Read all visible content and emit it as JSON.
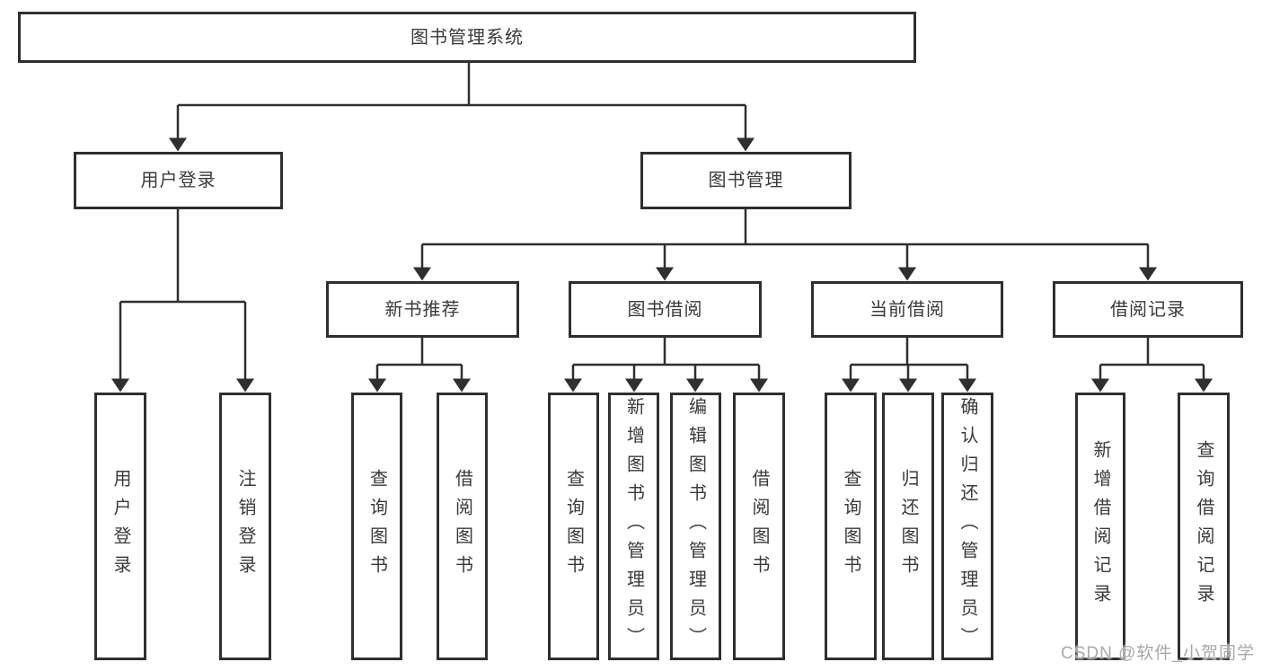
{
  "tree": {
    "root": {
      "label": "图书管理系统"
    },
    "branches": [
      {
        "label": "用户登录",
        "children": [
          {
            "label": "用户登录"
          },
          {
            "label": "注销登录"
          }
        ]
      },
      {
        "label": "图书管理",
        "children": [
          {
            "label": "新书推荐",
            "children": [
              {
                "label": "查询图书"
              },
              {
                "label": "借阅图书"
              }
            ]
          },
          {
            "label": "图书借阅",
            "children": [
              {
                "label": "查询图书"
              },
              {
                "label": "新增图书（管理员）"
              },
              {
                "label": "编辑图书（管理员）"
              },
              {
                "label": "借阅图书"
              }
            ]
          },
          {
            "label": "当前借阅",
            "children": [
              {
                "label": "查询图书"
              },
              {
                "label": "归还图书"
              },
              {
                "label": "确认归还（管理员）"
              }
            ]
          },
          {
            "label": "借阅记录",
            "children": [
              {
                "label": "新增借阅记录"
              },
              {
                "label": "查询借阅记录"
              }
            ]
          }
        ]
      }
    ]
  },
  "watermark": {
    "text": "CSDN @软件_小贺同学"
  },
  "colors": {
    "line": "#2f2f2f",
    "box_border": "#2f2f2f",
    "box_fill": "#ffffff",
    "text": "#3a3a3a",
    "watermark": "#a8a8a8",
    "background": "#ffffff"
  }
}
